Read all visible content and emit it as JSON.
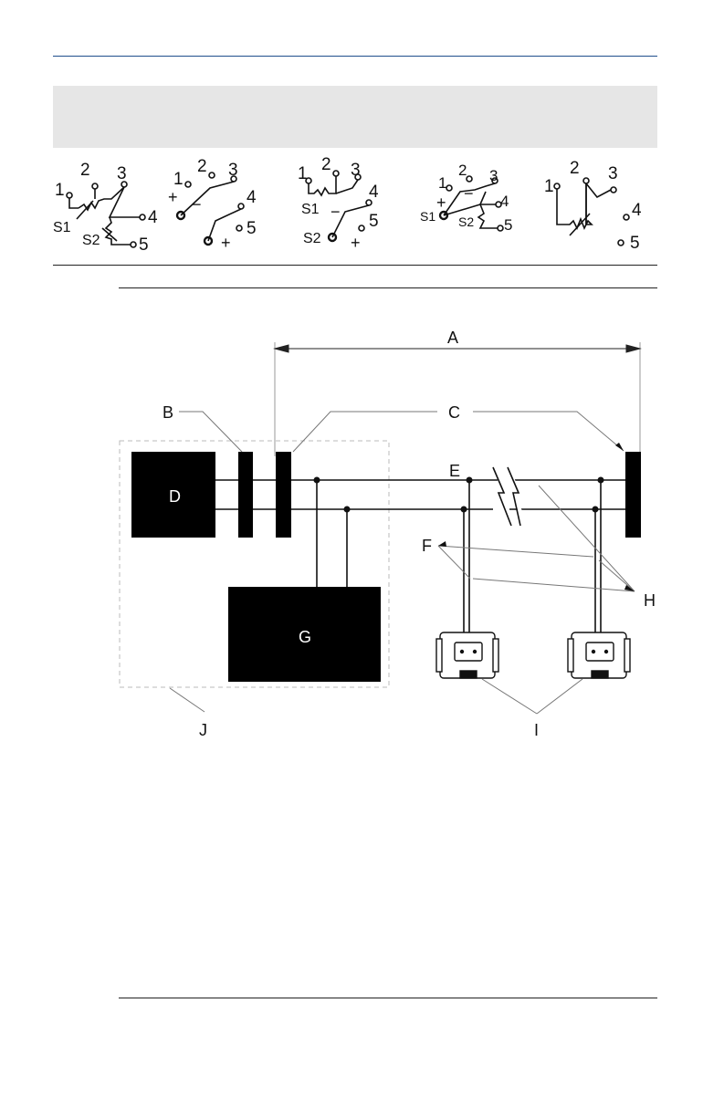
{
  "wiring_diagrams": [
    {
      "terminals": [
        "1",
        "2",
        "3",
        "4",
        "5"
      ],
      "labels": [
        "S1",
        "S2"
      ]
    },
    {
      "terminals": [
        "1",
        "2",
        "3",
        "4",
        "5"
      ],
      "labels": [
        "+",
        "−",
        "+"
      ]
    },
    {
      "terminals": [
        "1",
        "2",
        "3",
        "4",
        "5"
      ],
      "labels": [
        "S1",
        "−",
        "S2",
        "+"
      ]
    },
    {
      "terminals": [
        "1",
        "2",
        "3",
        "4",
        "5"
      ],
      "labels": [
        "+",
        "−",
        "S1",
        "S2"
      ]
    },
    {
      "terminals": [
        "1",
        "2",
        "3",
        "4",
        "5"
      ],
      "labels": []
    }
  ],
  "network": {
    "callouts": {
      "A": "A",
      "B": "B",
      "C": "C",
      "D": "D",
      "E": "E",
      "F": "F",
      "G": "G",
      "H": "H",
      "I": "I",
      "J": "J"
    }
  }
}
